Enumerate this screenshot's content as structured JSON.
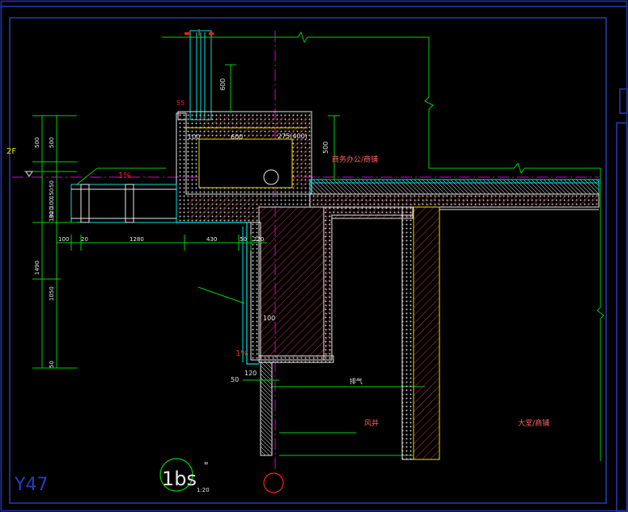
{
  "drawing": {
    "floor_tag": "2F",
    "slope_top": "1%",
    "slope_bottom": "1%",
    "dim_600_vert": "600",
    "dim_600_horiz": "600",
    "dim_100_a": "100",
    "dim_275": "275(400)",
    "dim_500_right": "500",
    "dim_55": "55",
    "dim_100_b": "100",
    "dim_120": "120",
    "dim_50_b": "50",
    "left_dims": [
      "500",
      "500",
      "50",
      "150",
      "100",
      "20",
      "30",
      "10",
      "1490",
      "1050",
      "50"
    ],
    "bottom_dims": [
      "100",
      "20",
      "1280",
      "430",
      "50",
      "220"
    ],
    "labels": {
      "office": "商务办公/商铺",
      "shaft": "风井",
      "lobby": "大堂/商铺",
      "level": "排气",
      "ref": "Y47"
    },
    "detail": {
      "id": "1bs",
      "scale": "1:20",
      "note": "\""
    }
  },
  "colors": {
    "frame": "#1e2c8c",
    "green": "#00d000",
    "cyan": "#00e0e0",
    "magenta": "#d000d0",
    "yellow": "#e8e000",
    "red": "#ff2020",
    "white": "#e8e8e8"
  }
}
